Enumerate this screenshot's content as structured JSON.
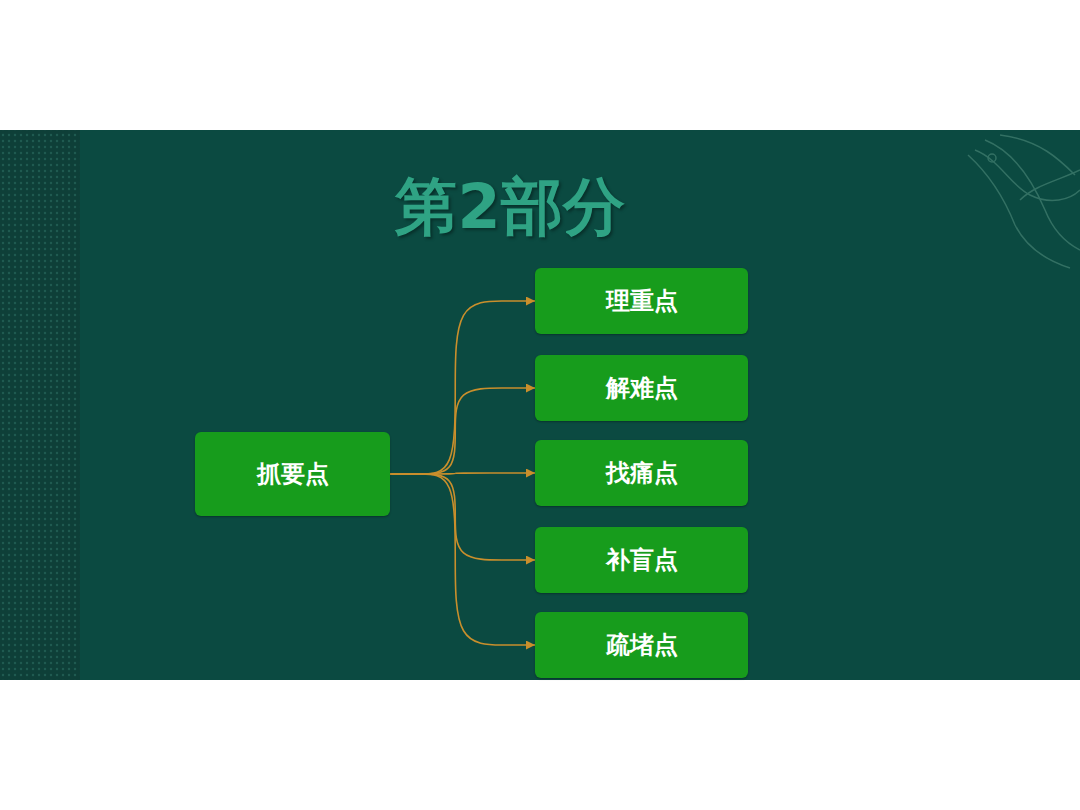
{
  "diagram": {
    "title": "第2部分",
    "nodes": [
      {
        "text": [
          "抓要点"
        ]
      },
      {
        "text": [
          "理重点"
        ]
      },
      {
        "text": [
          "解难点"
        ]
      },
      {
        "text": [
          "找痛点"
        ]
      },
      {
        "text": [
          "补盲点"
        ]
      },
      {
        "text": [
          "疏堵点"
        ]
      }
    ],
    "edges": [
      {
        "from": 0,
        "to": 1,
        "arrow": "to"
      },
      {
        "from": 0,
        "to": 2,
        "arrow": "to"
      },
      {
        "from": 0,
        "to": 3,
        "arrow": "to"
      },
      {
        "from": 0,
        "to": 4,
        "arrow": "to"
      },
      {
        "from": 0,
        "to": 5,
        "arrow": "to"
      }
    ]
  }
}
